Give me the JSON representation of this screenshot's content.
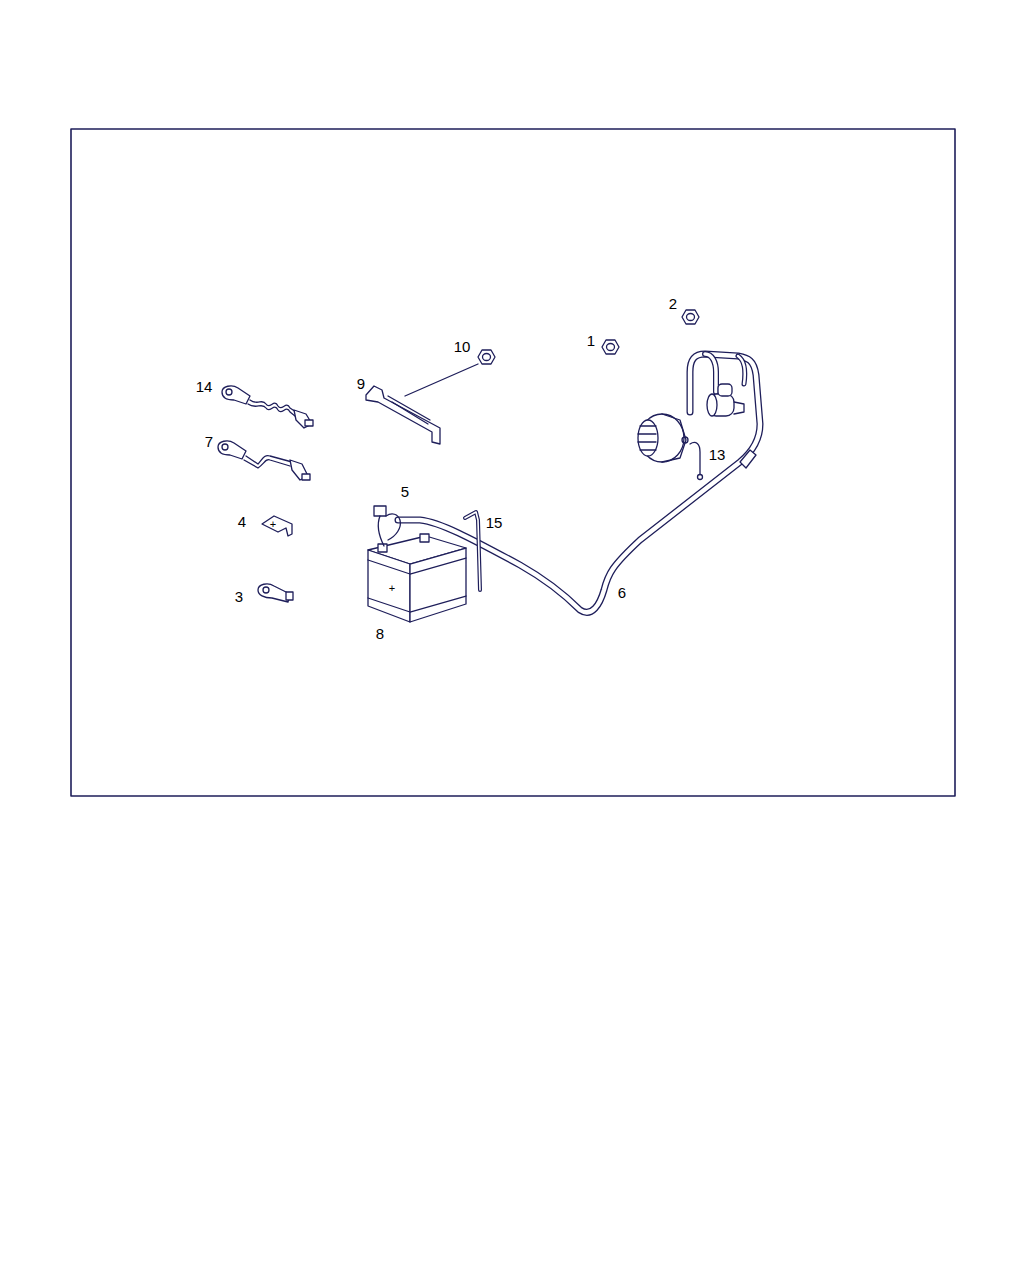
{
  "diagram": {
    "labels": [
      "14",
      "7",
      "4",
      "3",
      "9",
      "10",
      "5",
      "15",
      "8",
      "1",
      "2",
      "13",
      "6",
      "+",
      "+"
    ]
  }
}
